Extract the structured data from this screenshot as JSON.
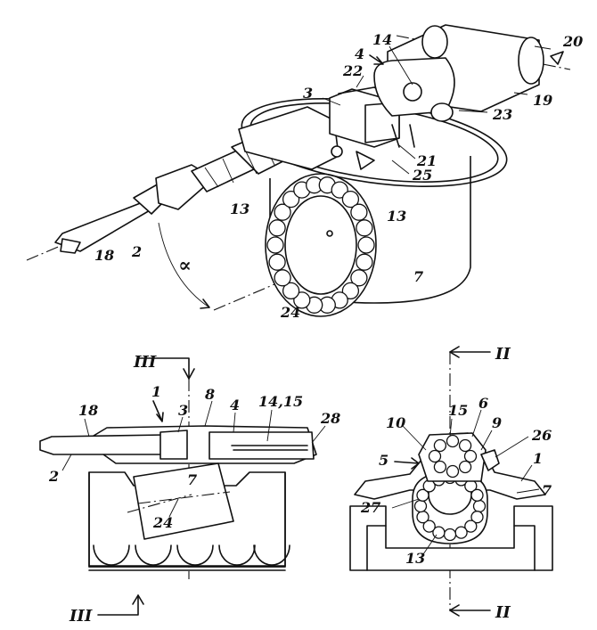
{
  "figure_perspective": {
    "labels": {
      "l14": "14",
      "l20": "20",
      "l4": "4",
      "l22": "22",
      "l3": "3",
      "l19": "19",
      "l23": "23",
      "l21": "21",
      "l25": "25",
      "l13a": "13",
      "l13b": "13",
      "l18": "18",
      "l2": "2",
      "alpha": "∝",
      "l7": "7",
      "l24": "24"
    }
  },
  "figure_side": {
    "labels": {
      "section": "III",
      "section_bottom": "III",
      "l1": "1",
      "l8": "8",
      "l18": "18",
      "l3": "3",
      "l4": "4",
      "l1415": "14,15",
      "l28": "28",
      "l2": "2",
      "l7": "7",
      "l24": "24"
    }
  },
  "figure_front": {
    "labels": {
      "section": "II",
      "section_bottom": "II",
      "l15": "15",
      "l6": "6",
      "l10": "10",
      "l9": "9",
      "l26": "26",
      "l5": "5",
      "l1": "1",
      "l27": "27",
      "l7": "7",
      "l13": "13"
    }
  }
}
